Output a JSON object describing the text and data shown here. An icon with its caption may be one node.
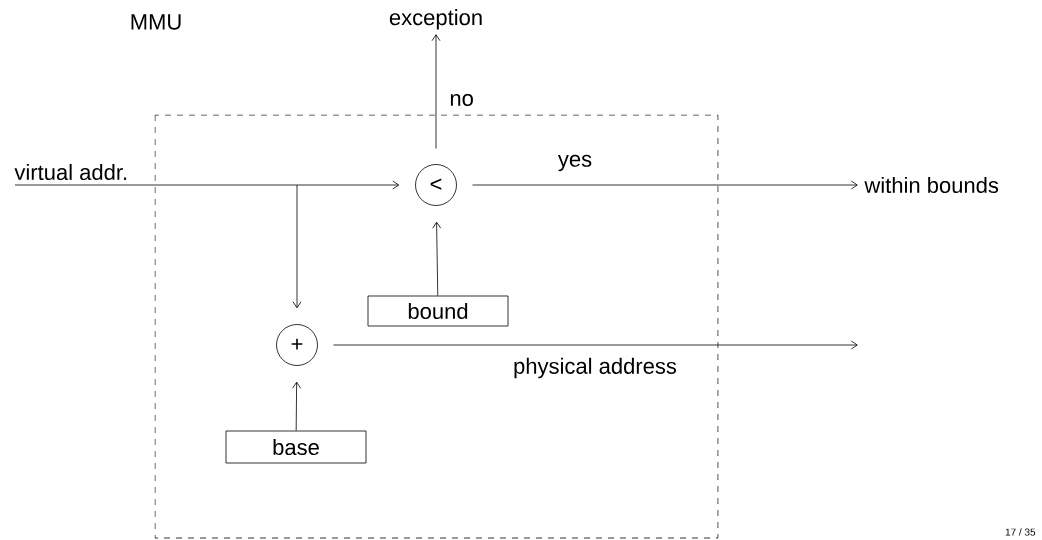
{
  "diagram": {
    "nodes": [
      {
        "text": [
          "MMU"
        ]
      },
      {
        "text": [
          "<"
        ],
        "in": 0
      },
      {
        "text": [
          "bound"
        ],
        "in": 0
      },
      {
        "text": [
          "+"
        ],
        "in": 0
      },
      {
        "text": [
          "base"
        ],
        "in": 0
      },
      {
        "text": [
          "exception"
        ]
      },
      {
        "text": [
          "within bounds"
        ]
      }
    ],
    "edges": [
      {
        "from": null,
        "to": 1,
        "arrow": "to",
        "label": "virtual addr."
      },
      {
        "from": null,
        "to": 3,
        "arrow": "to"
      },
      {
        "from": 1,
        "to": 5,
        "arrow": "to",
        "label": "no"
      },
      {
        "from": 1,
        "to": 6,
        "arrow": "to",
        "label": "yes"
      },
      {
        "from": 2,
        "to": 1,
        "arrow": "to"
      },
      {
        "from": 4,
        "to": 3,
        "arrow": "to"
      },
      {
        "from": 3,
        "to": null,
        "arrow": "to",
        "label": "physical address"
      }
    ],
    "labels": [
      "17 / 35"
    ]
  }
}
